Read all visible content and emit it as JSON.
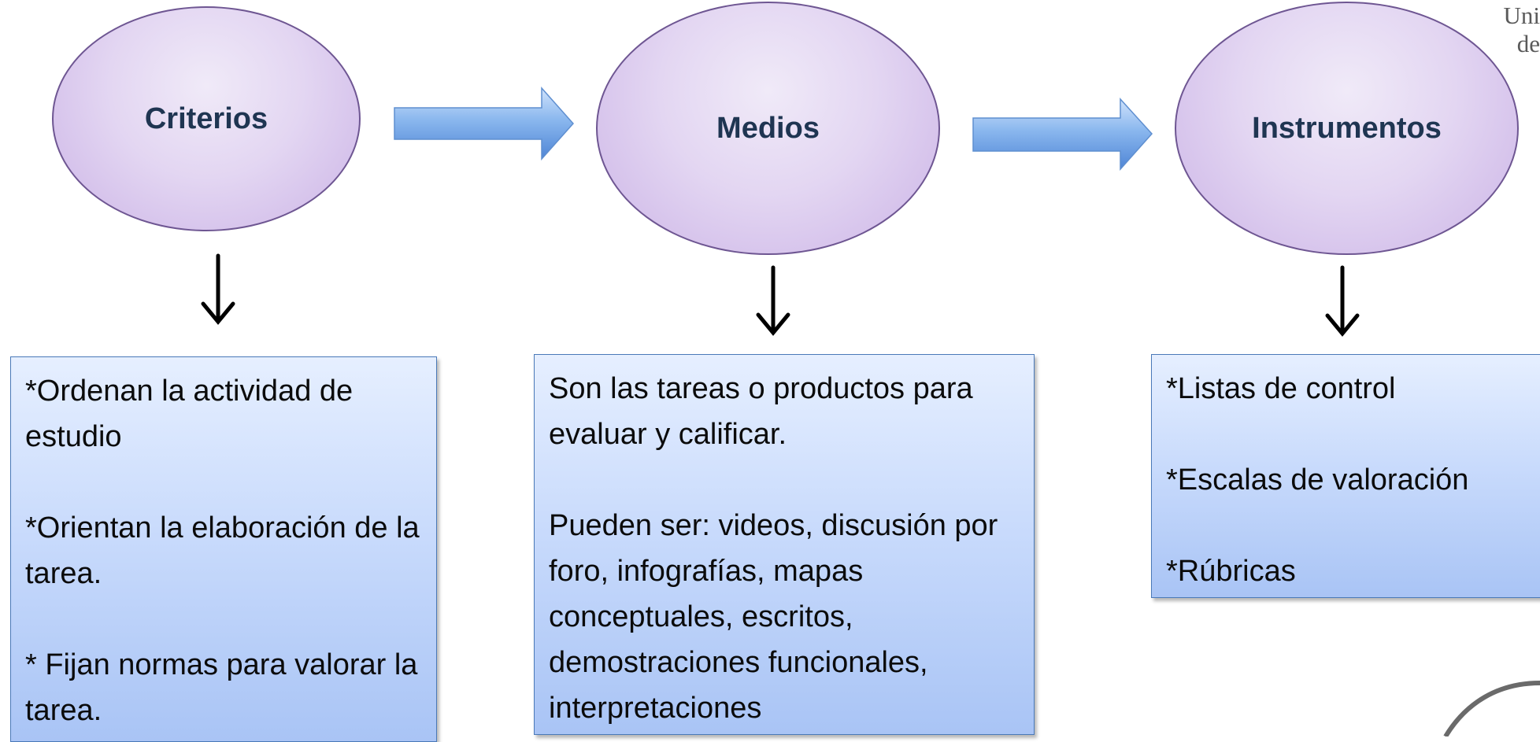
{
  "nodes": [
    {
      "id": "criterios",
      "label": "Criterios"
    },
    {
      "id": "medios",
      "label": "Medios"
    },
    {
      "id": "instrumentos",
      "label": "Instrumentos"
    }
  ],
  "boxes": {
    "criterios": [
      "*Ordenan la actividad de estudio",
      "*Orientan la elaboración de la tarea.",
      "* Fijan normas para valorar la tarea."
    ],
    "medios": [
      "Son las tareas o productos para evaluar y calificar.",
      "Pueden ser: videos, discusión por foro, infografías, mapas conceptuales, escritos, demostraciones funcionales, interpretaciones"
    ],
    "instrumentos": [
      "*Listas de control",
      "*Escalas de valoración",
      "*Rúbricas"
    ]
  },
  "logo": {
    "line1": "Uni",
    "line2": "de"
  },
  "colors": {
    "ellipse_border": "#6e5692",
    "box_border": "#4a79b8",
    "arrow_fill": "#7aaae8",
    "label_text": "#1f3552"
  }
}
